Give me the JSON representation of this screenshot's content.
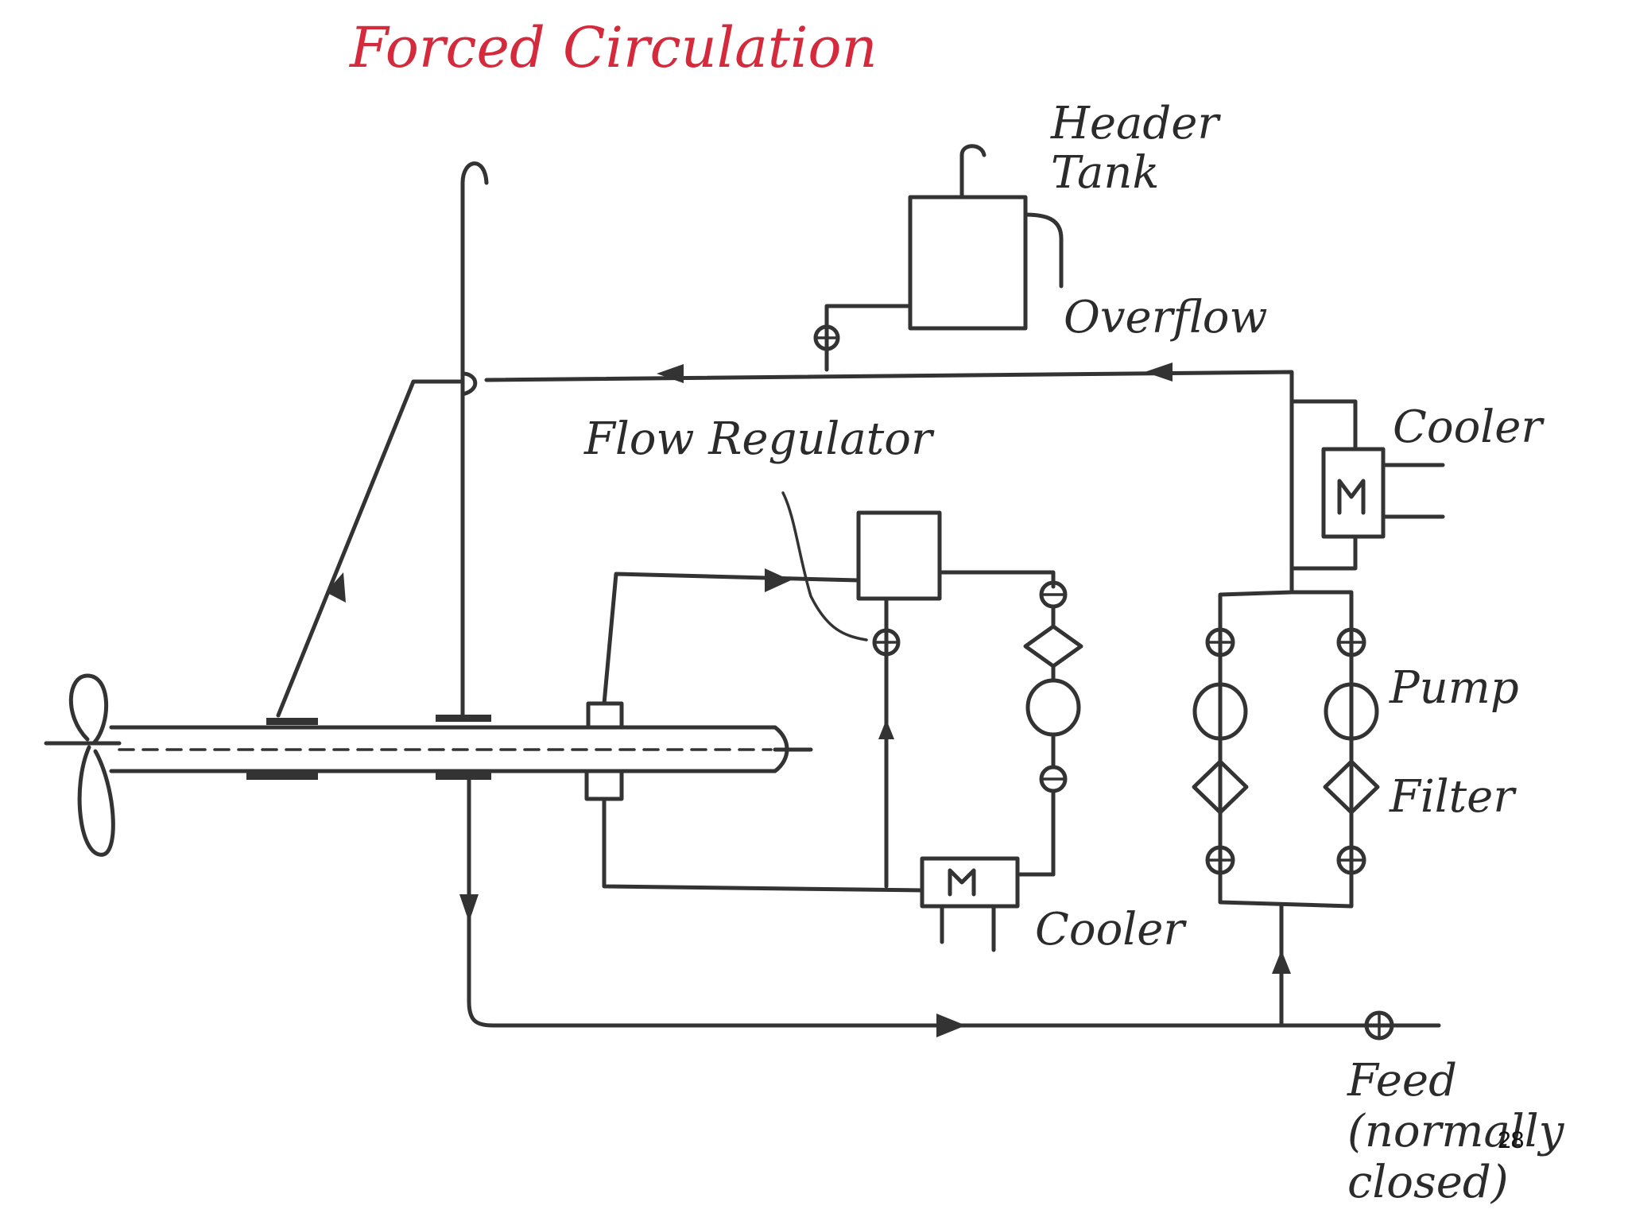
{
  "title": "Forced Circulation",
  "title_color": "#d42a3c",
  "ink_color": "#333333",
  "labels": {
    "header_tank_line1": "Header",
    "header_tank_line2": "Tank",
    "overflow": "Overflow",
    "flow_regulator": "Flow Regulator",
    "cooler_upper": "Cooler",
    "pump": "Pump",
    "filter": "Filter",
    "cooler_lower": "Cooler",
    "feed_line1": "Feed",
    "feed_line2": "(normally",
    "feed_line3": "closed)"
  },
  "page_number": "28"
}
